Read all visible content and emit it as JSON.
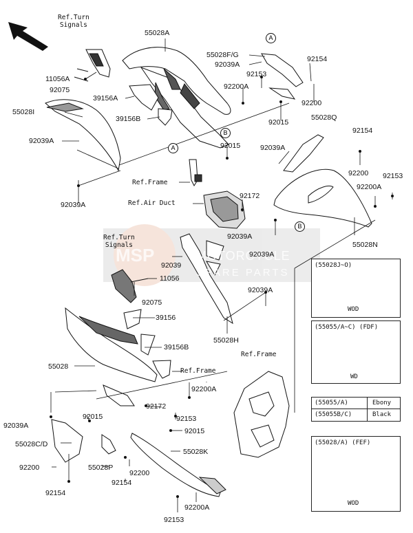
{
  "labels": {
    "p55028A": "55028A",
    "p55028FG": "55028F/G",
    "p92039A_1": "92039A",
    "p92154_1": "92154",
    "p11056A": "11056A",
    "p92075_1": "92075",
    "p39156A": "39156A",
    "p92153_1": "92153",
    "p92200A_1": "92200A",
    "p92200_1": "92200",
    "p55028I": "55028I",
    "p39156B_1": "39156B",
    "p92015_1": "92015",
    "p55028Q": "55028Q",
    "p92039A_2": "92039A",
    "p92154_2": "92154",
    "p92015_2": "92015",
    "p92039A_3": "92039A",
    "p92200_2": "92200",
    "p92153_2": "92153",
    "p92172_1": "92172",
    "p92200A_2": "92200A",
    "p92039A_4": "92039A",
    "p55028N": "55028N",
    "p92039_1": "92039",
    "p92039A_5": "92039A",
    "p11056": "11056",
    "p92075_2": "92075",
    "p92039A_6": "92039A",
    "p39156": "39156",
    "p55028H": "55028H",
    "p39156B_2": "39156B",
    "p55028": "55028",
    "p92200A_3": "92200A",
    "p92172_2": "92172",
    "p92015_3": "92015",
    "p92153_3": "92153",
    "p92039A_7": "92039A",
    "p92015_4": "92015",
    "p55028CD": "55028C/D",
    "p55028K": "55028K",
    "p55028P": "55028P",
    "p92200_3": "92200",
    "p92200_4": "92200",
    "p92154_3": "92154",
    "p92154_4": "92154",
    "p92200A_4": "92200A",
    "p92153_4": "92153"
  },
  "refs": {
    "turn_signals_top": "Ref.Turn\nSignals",
    "frame_top": "Ref.Frame",
    "air_duct": "Ref.Air Duct",
    "turn_signals_mid": "Ref.Turn\nSignals",
    "frame_mid": "Ref.Frame",
    "frame_right": "Ref.Frame"
  },
  "circles": {
    "a1": "A",
    "b1": "B",
    "a2": "A",
    "b2": "B"
  },
  "side_panels": {
    "p1_title": "(55028J~O)",
    "p1_caption": "WOD",
    "p2_title": "(55055/A~C) (FDF)",
    "p2_caption": "WD",
    "color_table": [
      {
        "part": "(55055/A)",
        "color": "Ebony"
      },
      {
        "part": "(55055B/C)",
        "color": "Black"
      }
    ],
    "p3_title": "(55028/A)  (FEF)",
    "p3_caption": "WOD"
  },
  "watermark": {
    "brand": "MSP",
    "line1": "MOTORCYCLE",
    "line2": "SPARE PARTS"
  },
  "icons": {
    "direction": "front-direction-arrow-icon"
  }
}
